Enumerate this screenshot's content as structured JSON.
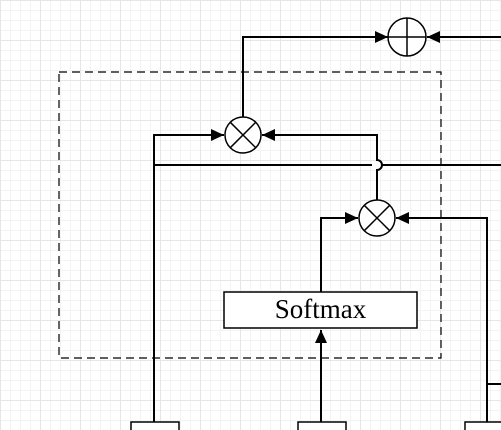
{
  "diagram": {
    "softmax_label": "Softmax",
    "nodes": [
      {
        "name": "add-node",
        "operation": "add"
      },
      {
        "name": "multiply-node-top",
        "operation": "multiply"
      },
      {
        "name": "multiply-node-bottom",
        "operation": "multiply"
      }
    ],
    "colors": {
      "stroke": "#000000",
      "grid": "#e6e6e6",
      "background": "#ffffff"
    }
  }
}
